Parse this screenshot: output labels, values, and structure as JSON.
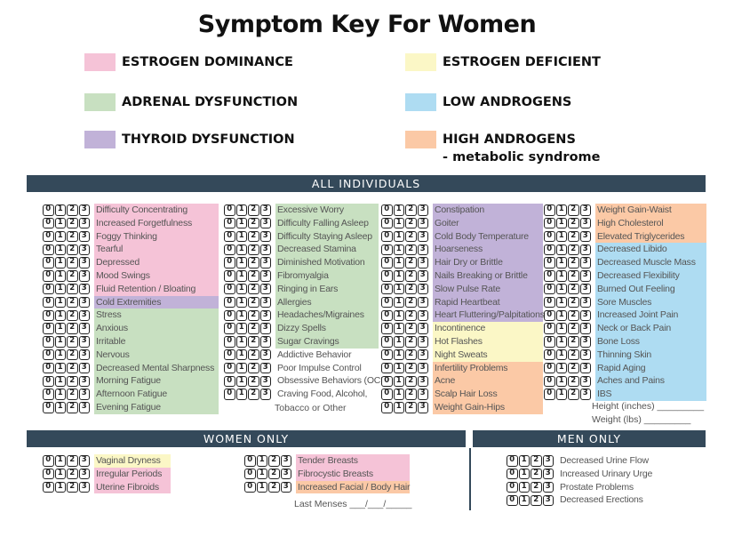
{
  "title": "Symptom Key For Women",
  "scale": [
    "0",
    "1",
    "2",
    "3"
  ],
  "colors": {
    "pink": "#f5c3d7",
    "yellow": "#fbf7c6",
    "green": "#c8e0c1",
    "blue": "#aedcf2",
    "purple": "#c1b2d8",
    "orange": "#fbc9a6",
    "bar": "#34495a"
  },
  "legend": [
    {
      "label": "ESTROGEN DOMINANCE",
      "sub": "",
      "color": "#f5c3d7"
    },
    {
      "label": "ESTROGEN DEFICIENT",
      "sub": "",
      "color": "#fbf7c6"
    },
    {
      "label": "ADRENAL DYSFUNCTION",
      "sub": "",
      "color": "#c8e0c1"
    },
    {
      "label": "LOW ANDROGENS",
      "sub": "",
      "color": "#aedcf2"
    },
    {
      "label": "THYROID DYSFUNCTION",
      "sub": "",
      "color": "#c1b2d8"
    },
    {
      "label": "HIGH ANDROGENS",
      "sub": "- metabolic syndrome",
      "color": "#fbc9a6"
    }
  ],
  "sections": {
    "all": "ALL INDIVIDUALS",
    "women": "WOMEN ONLY",
    "men": "MEN ONLY"
  },
  "all_columns": [
    [
      {
        "label": "Difficulty Concentrating",
        "color": "#f5c3d7"
      },
      {
        "label": "Increased Forgetfulness",
        "color": "#f5c3d7"
      },
      {
        "label": "Foggy Thinking",
        "color": "#f5c3d7"
      },
      {
        "label": "Tearful",
        "color": "#f5c3d7"
      },
      {
        "label": "Depressed",
        "color": "#f5c3d7"
      },
      {
        "label": "Mood Swings",
        "color": "#f5c3d7"
      },
      {
        "label": "Fluid Retention / Bloating",
        "color": "#f5c3d7"
      },
      {
        "label": "Cold Extremities",
        "color": "#c1b2d8"
      },
      {
        "label": "Stress",
        "color": "#c8e0c1"
      },
      {
        "label": "Anxious",
        "color": "#c8e0c1"
      },
      {
        "label": "Irritable",
        "color": "#c8e0c1"
      },
      {
        "label": "Nervous",
        "color": "#c8e0c1"
      },
      {
        "label": "Decreased Mental Sharpness",
        "color": "#c8e0c1"
      },
      {
        "label": "Morning Fatigue",
        "color": "#c8e0c1"
      },
      {
        "label": "Afternoon Fatigue",
        "color": "#c8e0c1"
      },
      {
        "label": "Evening Fatigue",
        "color": "#c8e0c1"
      }
    ],
    [
      {
        "label": "Excessive Worry",
        "color": "#c8e0c1"
      },
      {
        "label": "Difficulty Falling Asleep",
        "color": "#c8e0c1"
      },
      {
        "label": "Difficulty Staying Asleep",
        "color": "#c8e0c1"
      },
      {
        "label": "Decreased Stamina",
        "color": "#c8e0c1"
      },
      {
        "label": "Diminished Motivation",
        "color": "#c8e0c1"
      },
      {
        "label": "Fibromyalgia",
        "color": "#c8e0c1"
      },
      {
        "label": "Ringing in Ears",
        "color": "#c8e0c1"
      },
      {
        "label": "Allergies",
        "color": "#c8e0c1"
      },
      {
        "label": "Headaches/Migraines",
        "color": "#c8e0c1"
      },
      {
        "label": "Dizzy Spells",
        "color": "#c8e0c1"
      },
      {
        "label": "Sugar Cravings",
        "color": "#c8e0c1"
      },
      {
        "label": "Addictive Behavior",
        "color": ""
      },
      {
        "label": "Poor Impulse Control",
        "color": ""
      },
      {
        "label": "Obsessive Behaviors (OCD)",
        "color": ""
      },
      {
        "label": "Craving Food, Alcohol,",
        "color": ""
      }
    ],
    [
      {
        "label": "Constipation",
        "color": "#c1b2d8"
      },
      {
        "label": "Goiter",
        "color": "#c1b2d8"
      },
      {
        "label": "Cold Body Temperature",
        "color": "#c1b2d8"
      },
      {
        "label": "Hoarseness",
        "color": "#c1b2d8"
      },
      {
        "label": "Hair Dry or Brittle",
        "color": "#c1b2d8"
      },
      {
        "label": "Nails Breaking or Brittle",
        "color": "#c1b2d8"
      },
      {
        "label": "Slow Pulse Rate",
        "color": "#c1b2d8"
      },
      {
        "label": "Rapid Heartbeat",
        "color": "#c1b2d8"
      },
      {
        "label": "Heart Fluttering/Palpitations",
        "color": "#c1b2d8"
      },
      {
        "label": "Incontinence",
        "color": "#fbf7c6"
      },
      {
        "label": "Hot Flashes",
        "color": "#fbf7c6"
      },
      {
        "label": "Night Sweats",
        "color": "#fbf7c6"
      },
      {
        "label": "Infertility Problems",
        "color": "#fbc9a6"
      },
      {
        "label": "Acne",
        "color": "#fbc9a6"
      },
      {
        "label": "Scalp Hair Loss",
        "color": "#fbc9a6"
      },
      {
        "label": "Weight Gain-Hips",
        "color": "#fbc9a6"
      }
    ],
    [
      {
        "label": "Weight Gain-Waist",
        "color": "#fbc9a6"
      },
      {
        "label": "High Cholesterol",
        "color": "#fbc9a6"
      },
      {
        "label": "Elevated Triglycerides",
        "color": "#fbc9a6"
      },
      {
        "label": "Decreased Libido",
        "color": "#aedcf2"
      },
      {
        "label": "Decreased Muscle Mass",
        "color": "#aedcf2"
      },
      {
        "label": "Decreased Flexibility",
        "color": "#aedcf2"
      },
      {
        "label": "Burned Out Feeling",
        "color": "#aedcf2"
      },
      {
        "label": "Sore Muscles",
        "color": "#aedcf2"
      },
      {
        "label": "Increased Joint Pain",
        "color": "#aedcf2"
      },
      {
        "label": "Neck or Back Pain",
        "color": "#aedcf2"
      },
      {
        "label": "Bone Loss",
        "color": "#aedcf2"
      },
      {
        "label": "Thinning Skin",
        "color": "#aedcf2"
      },
      {
        "label": "Rapid Aging",
        "color": "#aedcf2"
      },
      {
        "label": "Aches and Pains",
        "color": "#aedcf2"
      },
      {
        "label": "IBS",
        "color": "#aedcf2"
      }
    ]
  ],
  "col2_extra": "Tobacco or Other",
  "measures": [
    "Height (inches) _________",
    "Weight (lbs) _________"
  ],
  "women_columns": [
    [
      {
        "label": "Vaginal Dryness",
        "color": "#fbf7c6"
      },
      {
        "label": "Irregular Periods",
        "color": "#f5c3d7"
      },
      {
        "label": "Uterine Fibroids",
        "color": "#f5c3d7"
      }
    ],
    [
      {
        "label": "Tender Breasts",
        "color": "#f5c3d7"
      },
      {
        "label": "Fibrocystic Breasts",
        "color": "#f5c3d7"
      },
      {
        "label": "Increased Facial / Body Hair",
        "color": "#fbc9a6"
      }
    ]
  ],
  "last_menses": "Last Menses ___/___/_____",
  "men_column": [
    {
      "label": "Decreased Urine Flow",
      "color": ""
    },
    {
      "label": "Increased Urinary Urge",
      "color": ""
    },
    {
      "label": "Prostate Problems",
      "color": ""
    },
    {
      "label": "Decreased Erections",
      "color": ""
    }
  ]
}
